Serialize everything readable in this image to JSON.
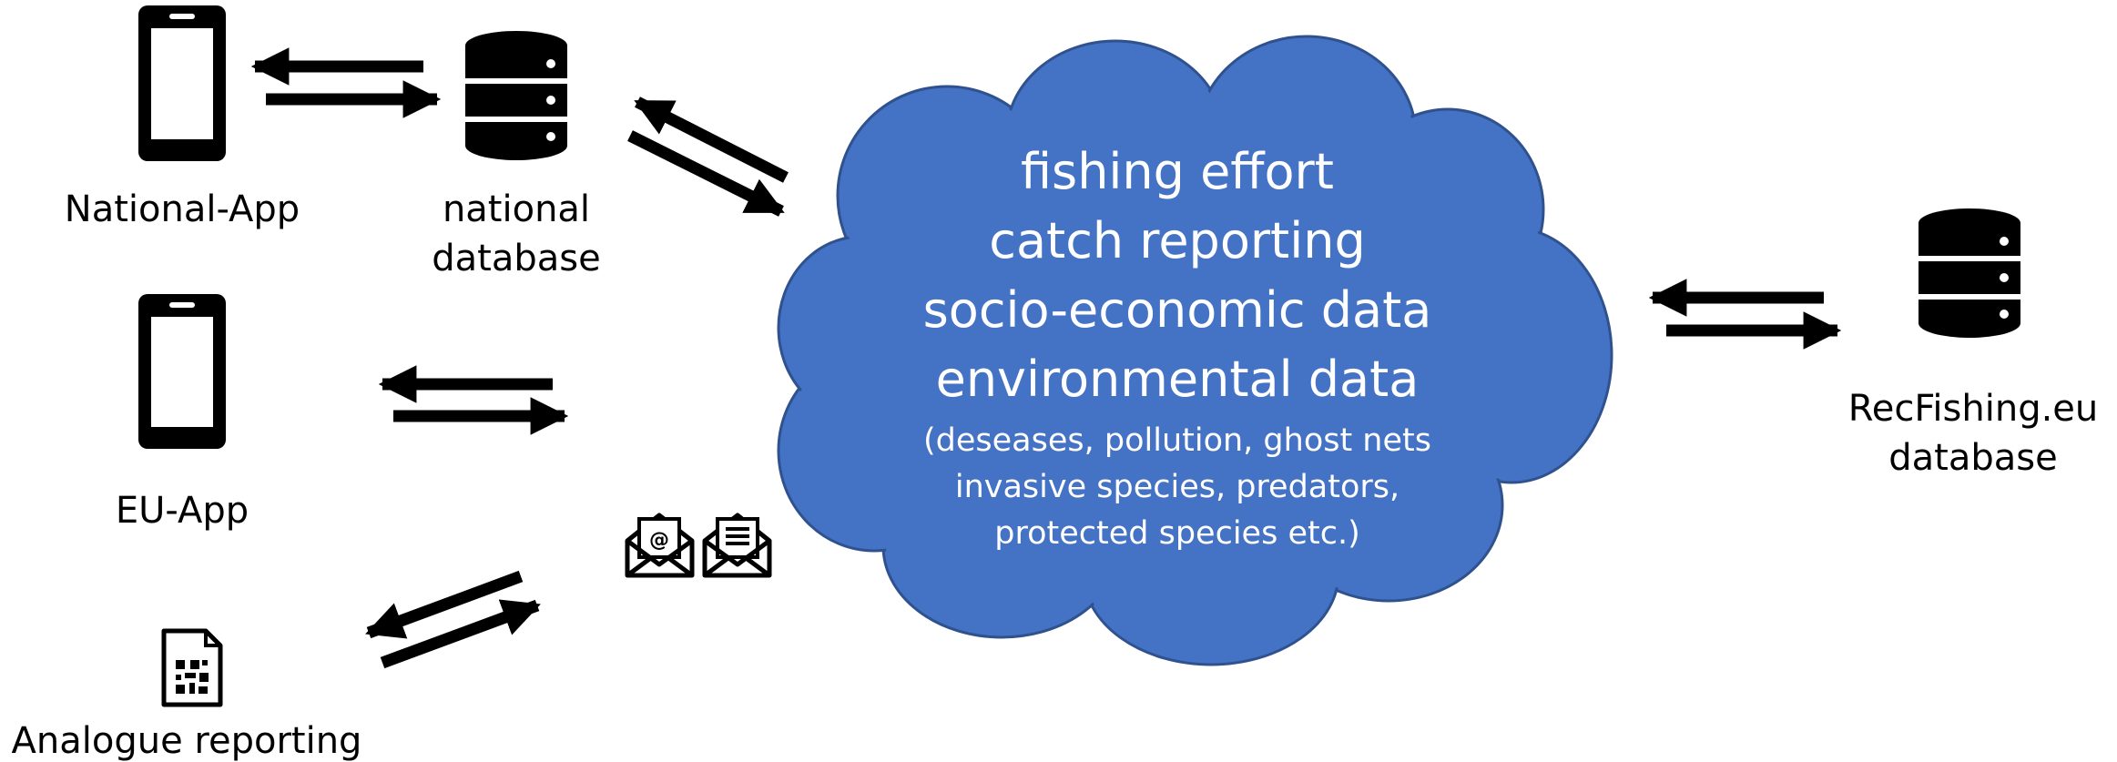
{
  "colors": {
    "cloud_fill": "#4472c4",
    "cloud_stroke": "#2f528f",
    "cloud_text": "#ffffff",
    "ink": "#000000"
  },
  "nodes": {
    "national_app": {
      "label": "National-App",
      "icon": "smartphone-icon"
    },
    "national_db": {
      "label_lines": [
        "national",
        "database"
      ],
      "icon": "database-icon"
    },
    "eu_app": {
      "label": "EU-App",
      "icon": "smartphone-icon"
    },
    "analogue": {
      "label": "Analogue reporting",
      "icon": "qr-document-icon"
    },
    "recfishing_db": {
      "label_lines": [
        "RecFishing.eu",
        "database"
      ],
      "icon": "database-icon"
    },
    "mail_icons": [
      "email-at-icon",
      "email-letter-icon"
    ]
  },
  "cloud": {
    "main_lines": [
      "fishing effort",
      "catch reporting",
      "socio-economic data",
      "environmental data"
    ],
    "sub_lines": [
      "(deseases, pollution, ghost nets",
      "invasive species, predators,",
      "protected species etc.)"
    ]
  }
}
